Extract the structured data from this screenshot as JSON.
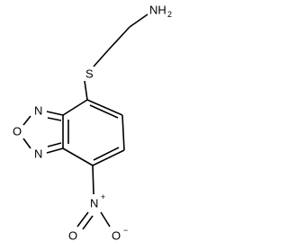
{
  "molecule": {
    "atoms": {
      "nh2_n": "NH",
      "nh2_sub": "2",
      "sulfur": "S",
      "ring_n_upper": "N",
      "ring_o": "O",
      "ring_n_lower": "N",
      "nitro_n": "N",
      "nitro_plus": "+",
      "nitro_o_left": "O",
      "nitro_o_right": "O",
      "nitro_minus": "−"
    },
    "colors": {
      "bond": "#000000",
      "label": "#000000",
      "background": "#ffffff"
    }
  }
}
